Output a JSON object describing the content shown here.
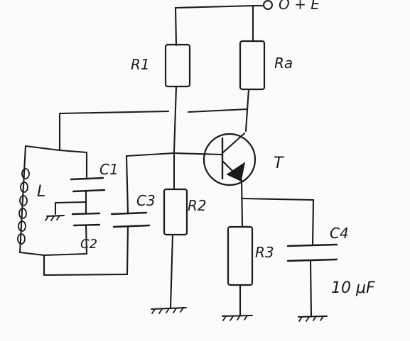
{
  "supply": {
    "label": "O + E"
  },
  "resistors": {
    "r1": "R1",
    "ra": "Ra",
    "r2": "R2",
    "r3": "R3"
  },
  "capacitors": {
    "c1": "C1",
    "c2": "C2",
    "c3": "C3",
    "c4": "C4",
    "c4_value": "10 μF"
  },
  "inductor": {
    "label": "L"
  },
  "transistor": {
    "label": "T"
  }
}
